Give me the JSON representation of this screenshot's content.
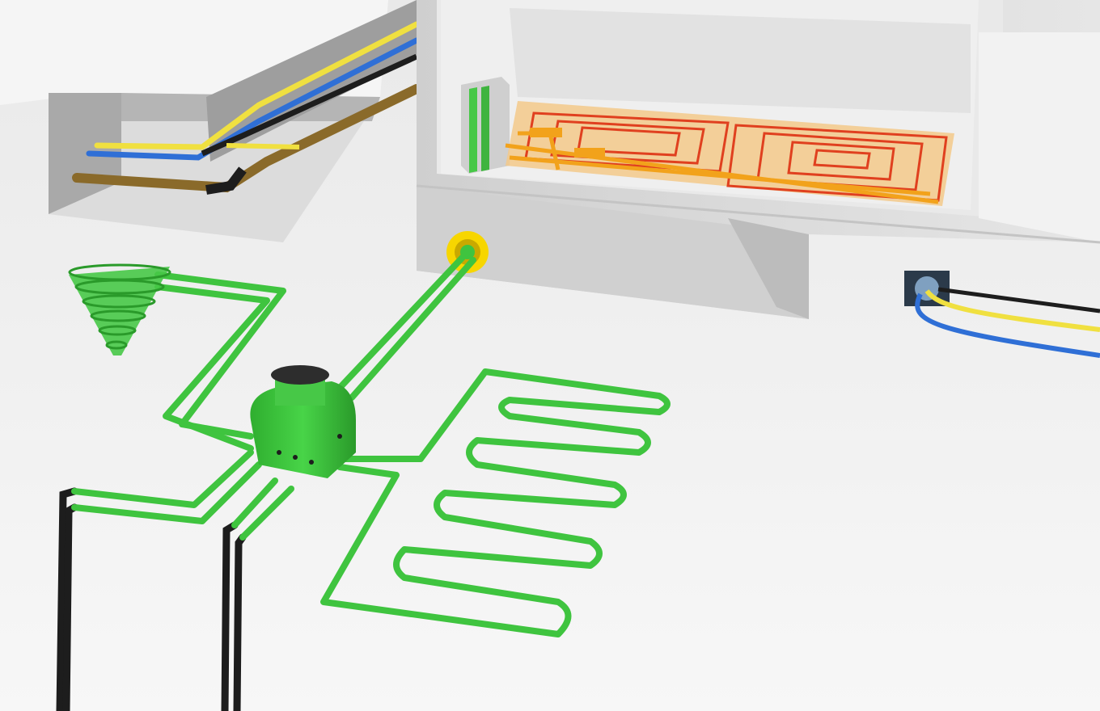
{
  "colors": {
    "ground": "#f1f1f1",
    "wall": "#d6d6d6",
    "wall_dark": "#bdbdbd",
    "concrete": "#9c9c9c",
    "brine_pipe": "#3fc43f",
    "brine_pipe_dark": "#2a9a2a",
    "manifold_lid": "#2d2d2d",
    "heating_floor_pipe": "#e0401f",
    "heating_floor_base": "#f3c98a",
    "floor_distributor": "#f2a21b",
    "yellow_line": "#f0e040",
    "blue_line": "#2f6fd6",
    "black_line": "#1d1d1d",
    "brown_line": "#8a6a2a",
    "wall_entry_ring": "#f7d600"
  },
  "components": [
    {
      "name": "spiral-cone-collector",
      "icon": "cone-spiral-icon"
    },
    {
      "name": "brine-manifold-chamber",
      "icon": "manifold-chamber-icon"
    },
    {
      "name": "horizontal-ground-loop",
      "icon": "serpentine-loop-icon"
    },
    {
      "name": "vertical-borehole-pipes",
      "icon": "vertical-pipe-icon"
    },
    {
      "name": "wall-entry-flange",
      "icon": "flange-ring-icon"
    },
    {
      "name": "heat-pump-unit",
      "icon": "heat-pump-icon"
    },
    {
      "name": "underfloor-heating",
      "icon": "floor-heating-icon"
    },
    {
      "name": "utility-trench",
      "icon": "trench-icon"
    },
    {
      "name": "utility-wall-entry",
      "icon": "wall-socket-icon"
    }
  ]
}
